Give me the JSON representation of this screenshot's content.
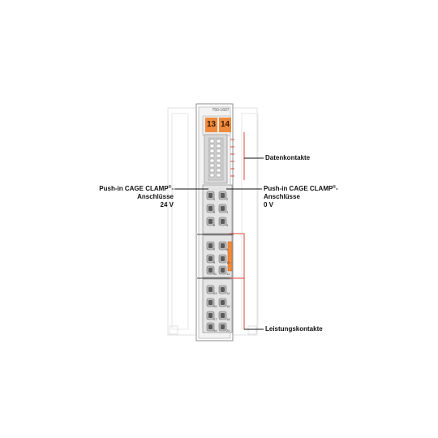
{
  "module": {
    "model_label": "750-1607",
    "tags": [
      "13",
      "14"
    ]
  },
  "labels": {
    "left_connector": {
      "line1": "Push-in CAGE CLAMP",
      "sup": "®",
      "line1_end": "-",
      "line2": "Anschlüsse",
      "line3": "24 V"
    },
    "right_connector": {
      "line1": "Push-in CAGE CLAMP",
      "sup": "®",
      "line1_end": "-",
      "line2": "Anschlüsse",
      "line3": "0 V"
    },
    "data_contacts": "Datenkontakte",
    "power_contacts": "Leistungskontakte"
  },
  "pins": {
    "left": [
      "1",
      "3",
      "5",
      "7",
      "9",
      "11",
      "13",
      "15",
      "17",
      "19",
      "21"
    ],
    "right": [
      "2",
      "4",
      "6",
      "8",
      "10",
      "12",
      "14",
      "16",
      "18",
      "20",
      "22"
    ]
  },
  "colors": {
    "accent_orange": "#f08a3c",
    "leader_red": "#d94a3a",
    "housing_gray": "#d9d9d9",
    "outline_gray": "#9a9a9a"
  }
}
